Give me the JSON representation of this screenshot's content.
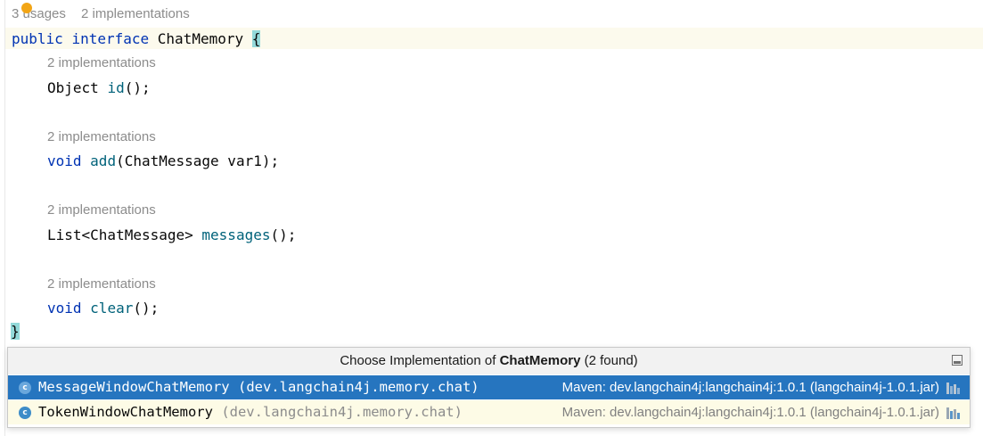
{
  "editor": {
    "usages_hint": "3 usages",
    "header_impl_hint": "2 implementations",
    "interface_decl": {
      "kw1": "public",
      "kw2": "interface",
      "name": "ChatMemory",
      "brace": "{"
    },
    "methods": [
      {
        "hint": "2 implementations",
        "return_type": "Object",
        "name": "id",
        "params": "();"
      },
      {
        "hint": "2 implementations",
        "return_type": "void",
        "name": "add",
        "params": "(ChatMessage var1);"
      },
      {
        "hint": "2 implementations",
        "return_type": "List<ChatMessage>",
        "name": "messages",
        "params": "();"
      },
      {
        "hint": "2 implementations",
        "return_type": "void",
        "name": "clear",
        "params": "();"
      }
    ],
    "closing_brace": "}"
  },
  "popup": {
    "title_prefix": "Choose Implementation of ",
    "title_class": "ChatMemory",
    "title_suffix": " (2 found)",
    "items": [
      {
        "icon_letter": "c",
        "class_name": "MessageWindowChatMemory",
        "package": "(dev.langchain4j.memory.chat)",
        "location": "Maven: dev.langchain4j:langchain4j:1.0.1 (langchain4j-1.0.1.jar)",
        "selected": true
      },
      {
        "icon_letter": "c",
        "class_name": "TokenWindowChatMemory",
        "package": "(dev.langchain4j.memory.chat)",
        "location": "Maven: dev.langchain4j:langchain4j:1.0.1 (langchain4j-1.0.1.jar)",
        "selected": false
      }
    ]
  },
  "colors": {
    "keyword": "#0033b3",
    "method": "#00627a",
    "selection": "#2675bf",
    "hint": "#8c8c8c"
  }
}
